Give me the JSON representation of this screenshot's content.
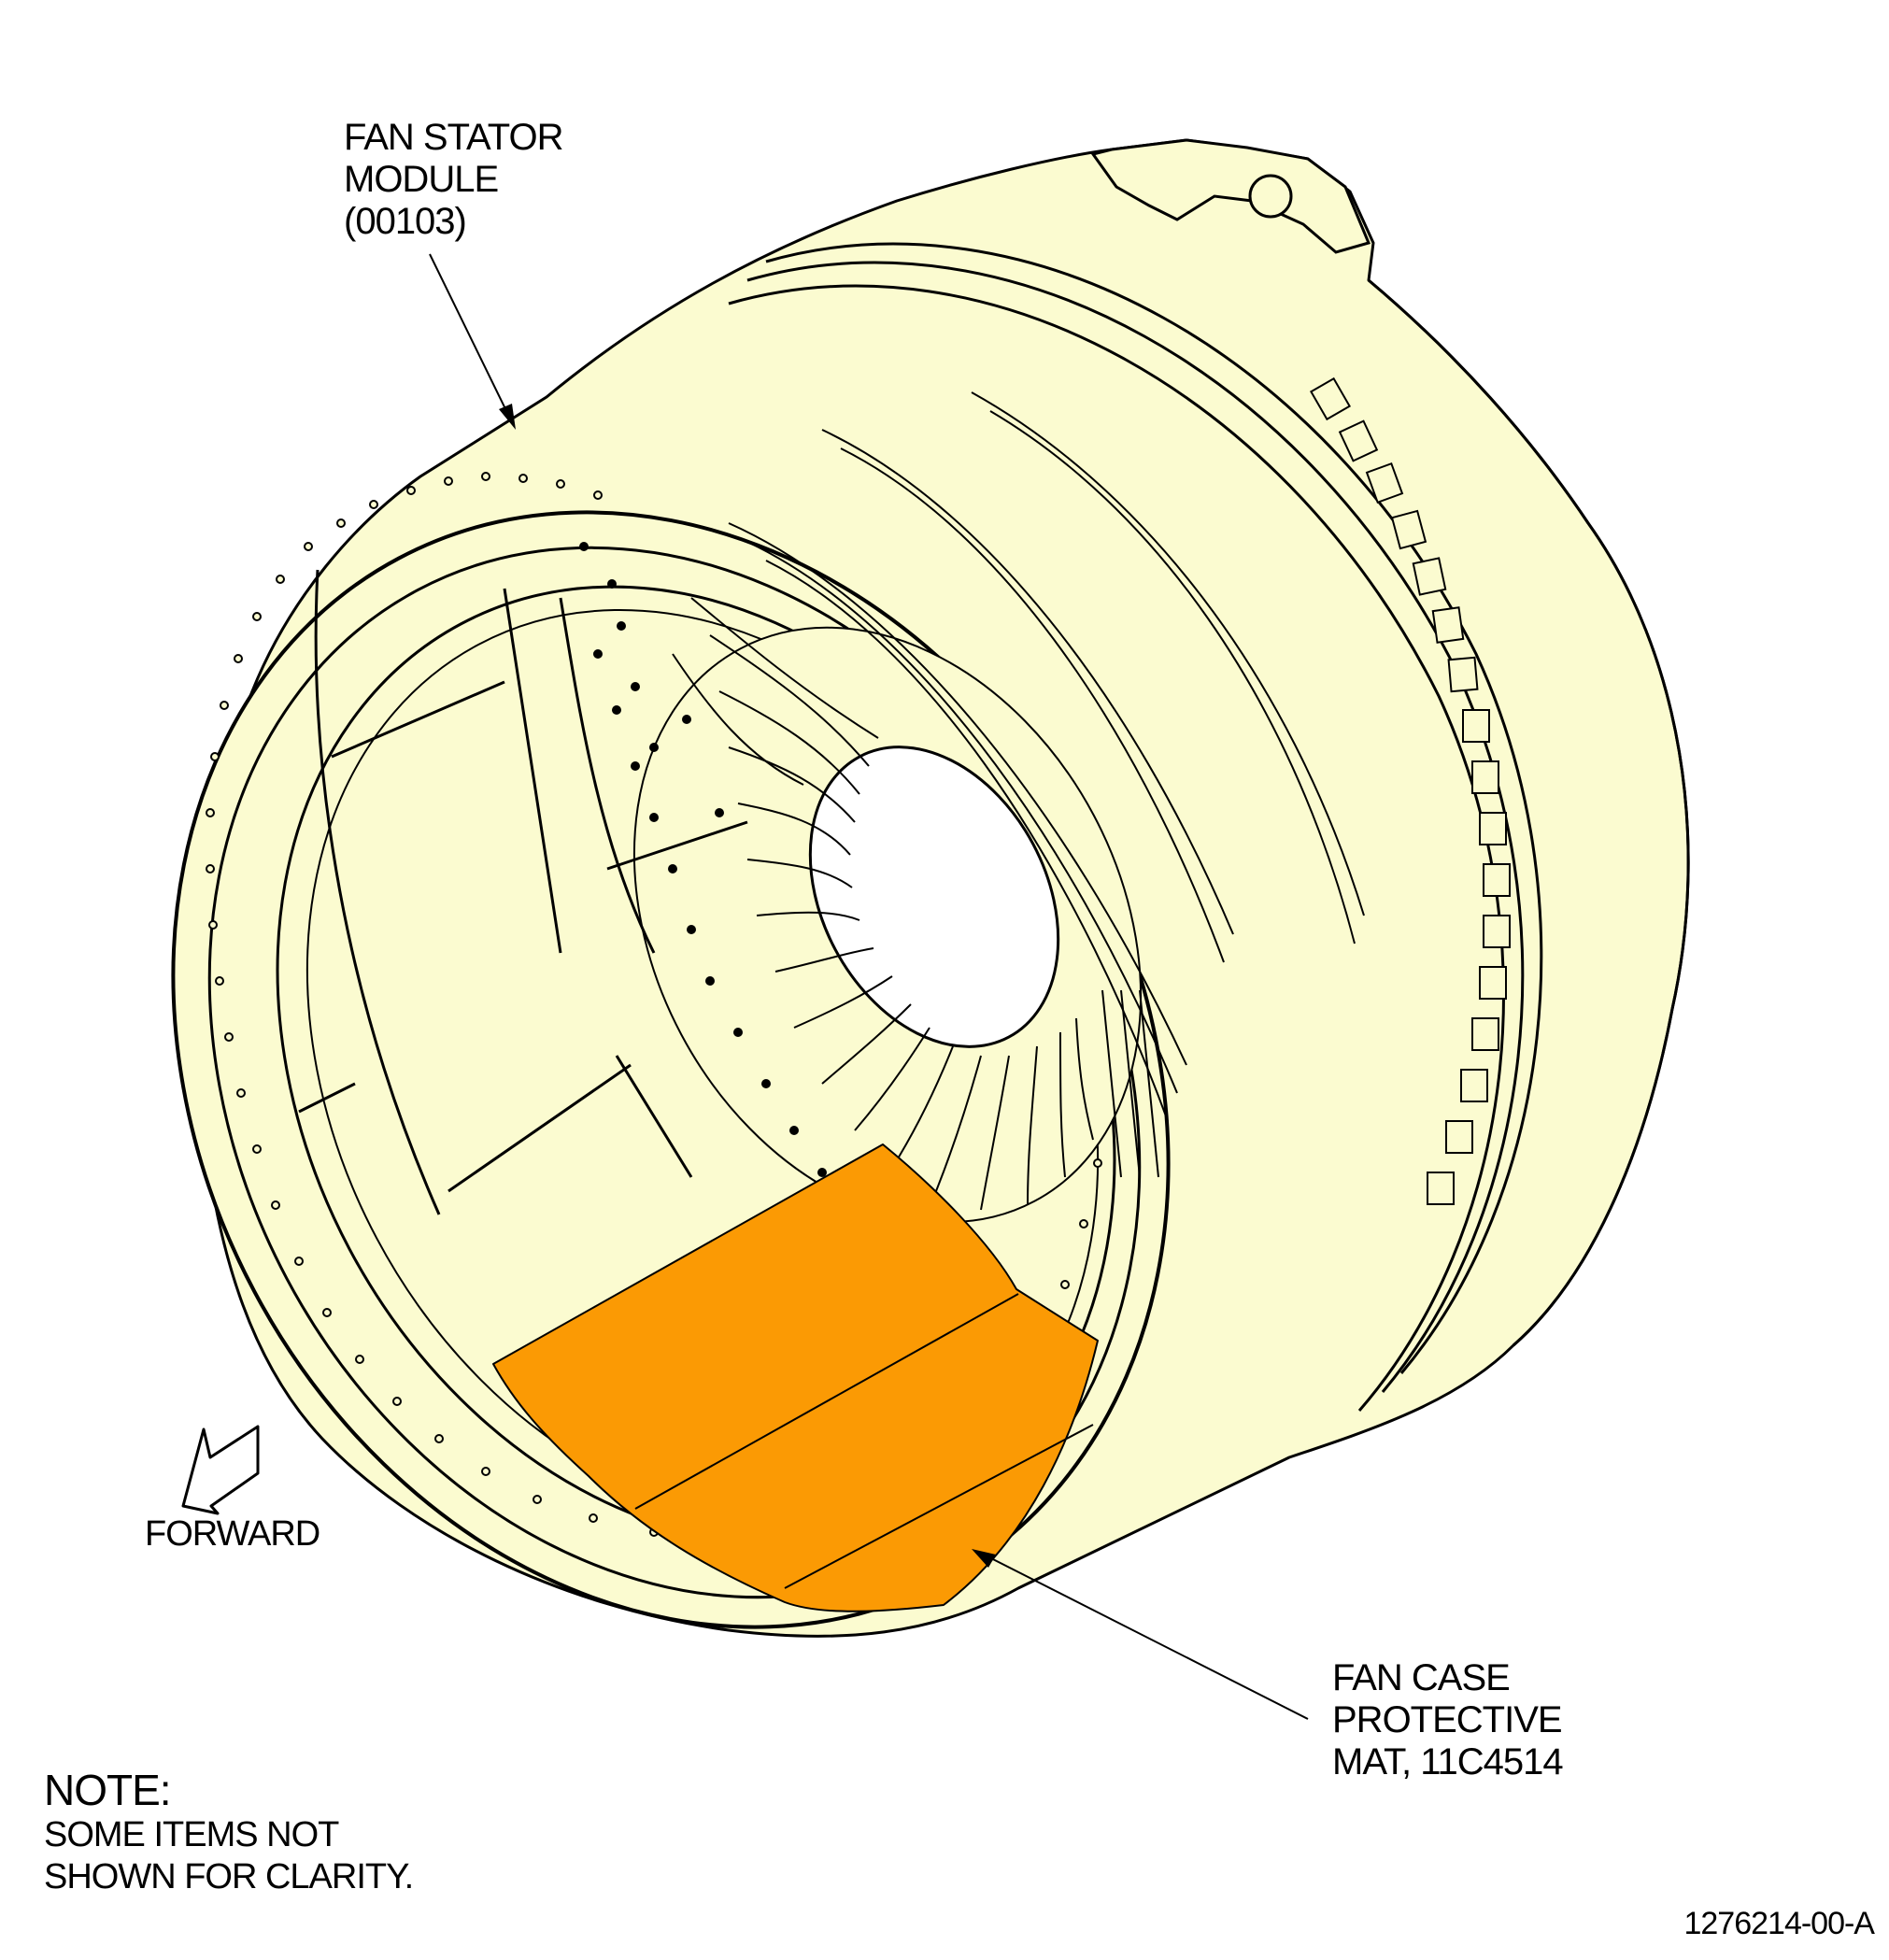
{
  "labels": {
    "fan_stator_module": [
      "FAN STATOR",
      "MODULE",
      "(00103)"
    ],
    "fan_case_protective_mat": [
      "FAN CASE",
      "PROTECTIVE",
      "MAT, 11C4514"
    ],
    "forward": "FORWARD"
  },
  "note": {
    "heading": "NOTE:",
    "lines": [
      "SOME ITEMS NOT",
      "SHOWN FOR CLARITY."
    ]
  },
  "figure_id": "1276214-00-A",
  "colors": {
    "case_fill": "#fbfbd0",
    "mat_fill": "#fb9a04",
    "line": "#000000"
  }
}
